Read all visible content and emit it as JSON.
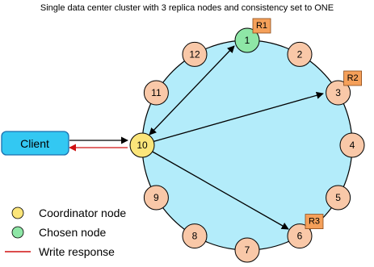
{
  "title": "Single data center cluster with 3 replica nodes and consistency set to ONE",
  "client": {
    "label": "Client"
  },
  "nodes": [
    {
      "id": "1",
      "role": "chosen"
    },
    {
      "id": "2",
      "role": "normal"
    },
    {
      "id": "3",
      "role": "normal"
    },
    {
      "id": "4",
      "role": "normal"
    },
    {
      "id": "5",
      "role": "normal"
    },
    {
      "id": "6",
      "role": "normal"
    },
    {
      "id": "7",
      "role": "normal"
    },
    {
      "id": "8",
      "role": "normal"
    },
    {
      "id": "9",
      "role": "normal"
    },
    {
      "id": "10",
      "role": "coordinator"
    },
    {
      "id": "11",
      "role": "normal"
    },
    {
      "id": "12",
      "role": "normal"
    }
  ],
  "replicas": [
    {
      "label": "R1",
      "node": "1"
    },
    {
      "label": "R2",
      "node": "3"
    },
    {
      "label": "R3",
      "node": "6"
    }
  ],
  "legend": {
    "coordinator": "Coordinator node",
    "chosen": "Chosen node",
    "write_response": "Write response"
  },
  "colors": {
    "ring_fill": "#b3ecfa",
    "ring_stroke": "#000000",
    "node_normal": "#f9c8a8",
    "node_coordinator": "#fbe57a",
    "node_chosen": "#8ee6a6",
    "replica_box": "#f5a05a",
    "client_fill": "#33c8f2",
    "client_stroke": "#1a6fae",
    "write_response": "#d01010",
    "arrow": "#000000"
  }
}
